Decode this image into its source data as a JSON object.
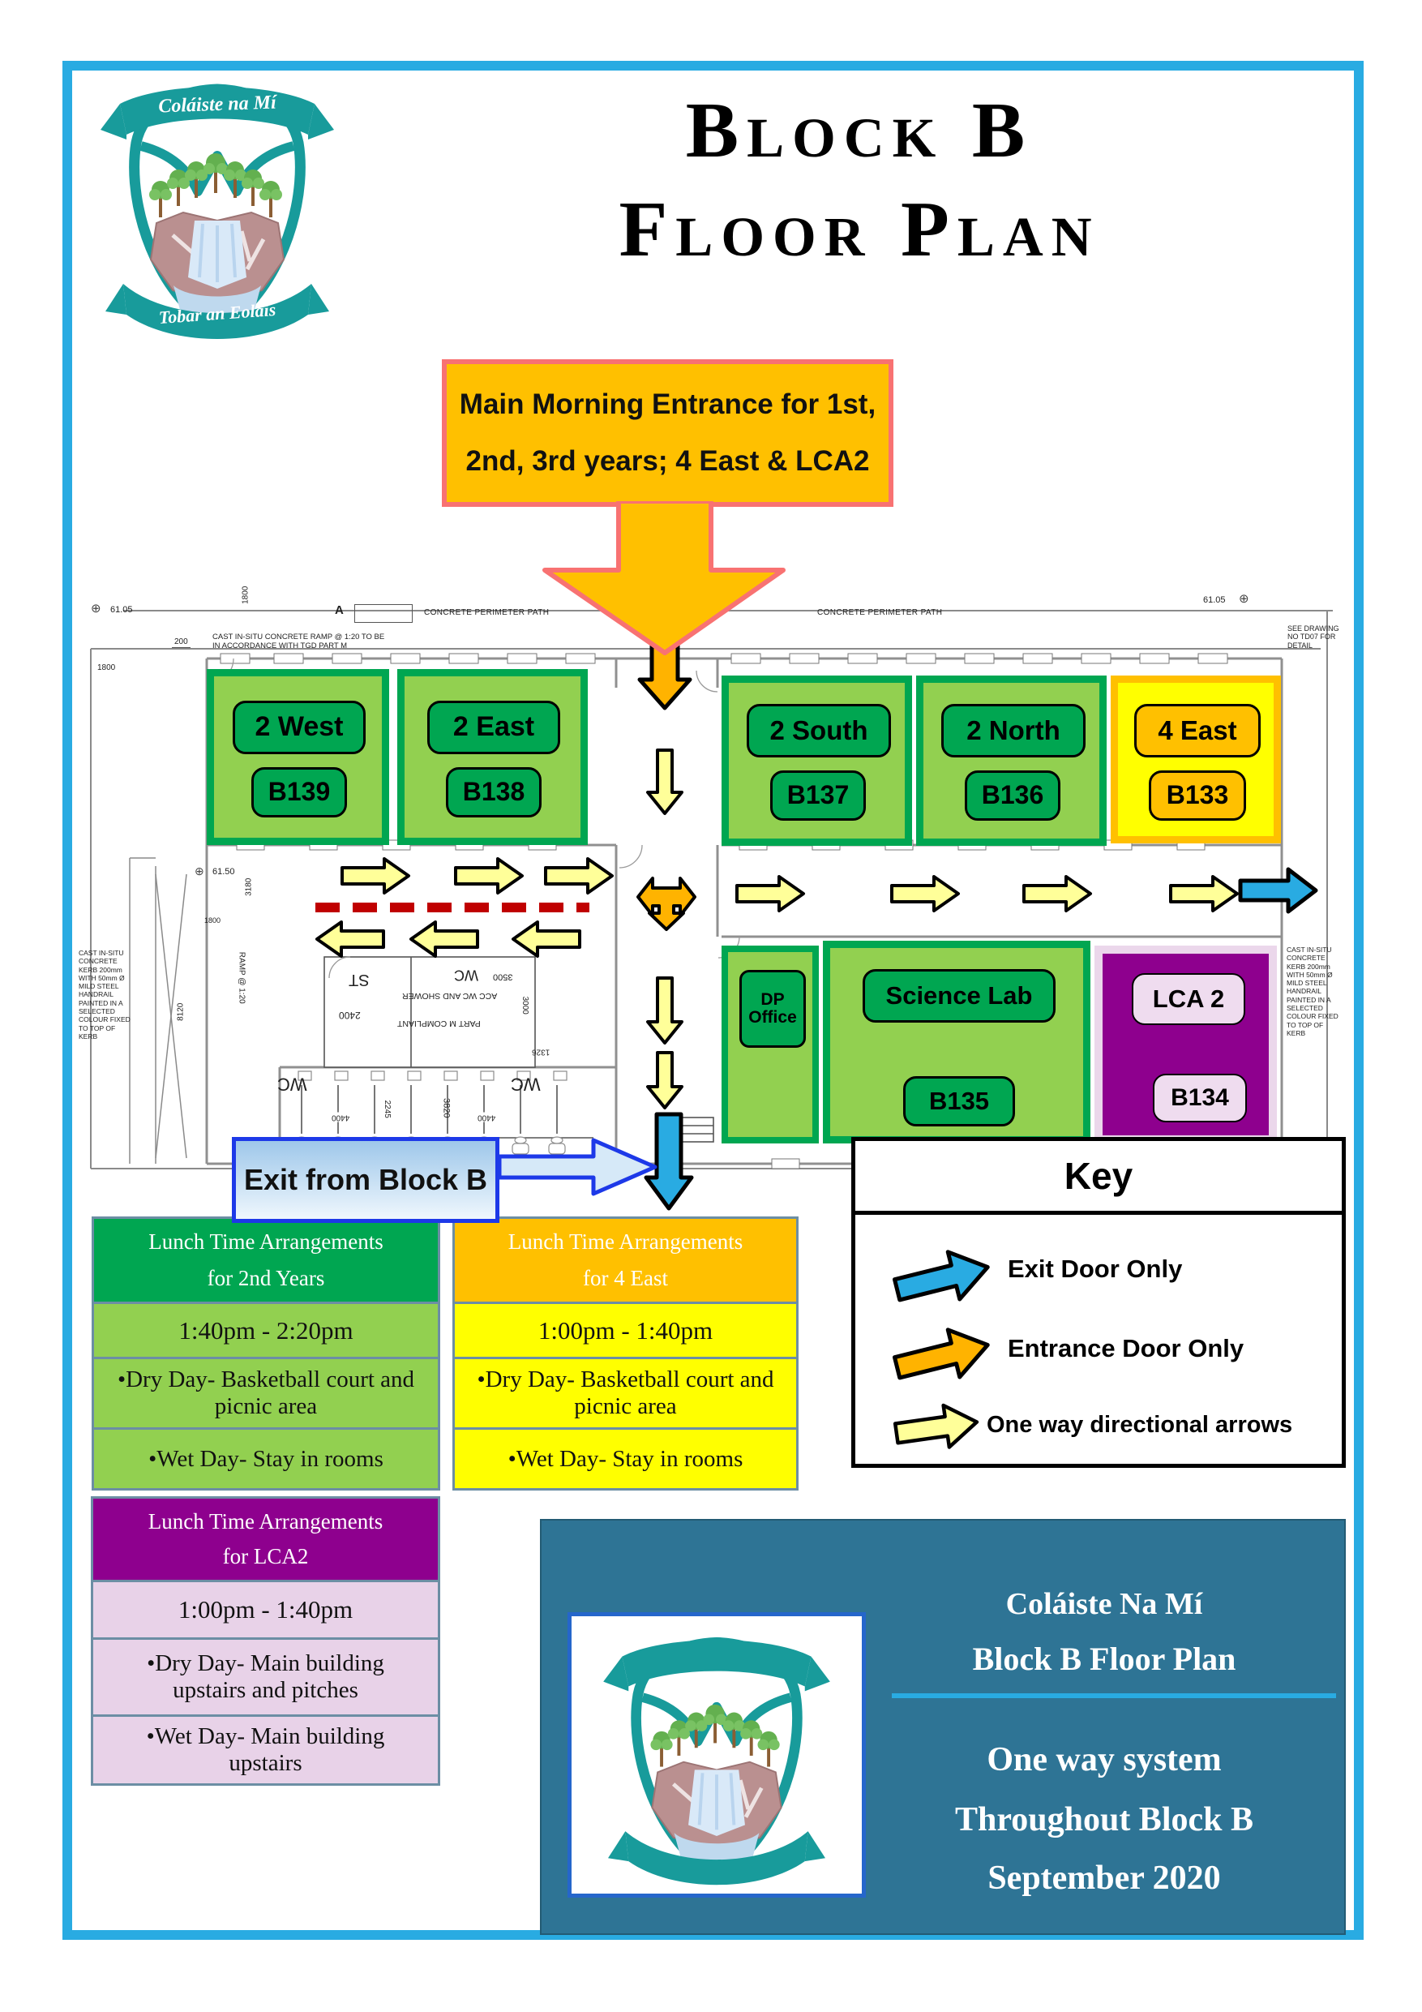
{
  "header": {
    "title_line1": "Block B",
    "title_line2": "Floor Plan"
  },
  "crest": {
    "top_banner": "Coláiste na Mí",
    "bottom_banner": "Tobar an Eolais"
  },
  "entrance_callout": {
    "line1": "Main Morning Entrance for 1st,",
    "line2": "2nd, 3rd years; 4 East & LCA2"
  },
  "plan": {
    "rooms": {
      "b139": {
        "name": "2 West",
        "number": "B139"
      },
      "b138": {
        "name": "2 East",
        "number": "B138"
      },
      "b137": {
        "name": "2 South",
        "number": "B137"
      },
      "b136": {
        "name": "2 North",
        "number": "B136"
      },
      "b133": {
        "name": "4 East",
        "number": "B133"
      },
      "dp_office": {
        "name": "DP Office"
      },
      "b135": {
        "name": "Science Lab",
        "number": "B135"
      },
      "b134": {
        "name": "LCA 2",
        "number": "B134"
      }
    },
    "exit_label": "Exit from Block B",
    "annotations": {
      "level_left": "61.05",
      "level_right": "61.05",
      "level_inner": "61.50",
      "dim_1800_top": "1800",
      "dim_1800_left": "1800",
      "dim_1800_inner": "1800",
      "dim_200": "200",
      "dim_3180": "3180",
      "dim_8120": "8120",
      "section_marker": "A",
      "path_left": "CONCRETE PERIMETER PATH",
      "path_right": "CONCRETE PERIMETER PATH",
      "ramp_note": "CAST IN-SITU CONCRETE RAMP @ 1:20 TO BE\nIN ACCORDANCE WITH TGD PART M",
      "ramp_label": "RAMP @ 1:20",
      "see_drawing_note": "SEE DRAWING\nNO TD07 FOR\nDETAIL",
      "kerb_note_left": "CAST IN-SITU\nCONCRETE\nKERB 200mm\nWITH 50mm Ø\nMILD STEEL\nHANDRAIL\nPAINTED IN A\nSELECTED\nCOLOUR FIXED\nTO TOP OF\nKERB",
      "kerb_note_right": "CAST IN-SITU\nCONCRETE\nKERB 200mm\nWITH 50mm Ø\nMILD STEEL\nHANDRAIL\nPAINTED IN A\nSELECTED\nCOLOUR FIXED\nTO TOP OF\nKERB",
      "st": "ST",
      "wc_small": "WC",
      "dim_3500": "3500",
      "acc_wc": "ACC WC AND SHOWER",
      "part_m": "PART M COMPLIANT",
      "dim_2400": "2400",
      "dim_3000": "3000",
      "dim_1326": "1326",
      "wc_left": "WC",
      "wc_right": "WC",
      "dim_3820": "3820",
      "dim_2245": "2245",
      "dim_4400_a": "4400",
      "dim_4400_b": "4400"
    }
  },
  "key": {
    "title": "Key",
    "items": [
      {
        "icon": "exit-arrow",
        "label": "Exit Door Only"
      },
      {
        "icon": "entrance-arrow",
        "label": "Entrance Door Only"
      },
      {
        "icon": "one-way-arrow",
        "label": "One way directional arrows"
      }
    ]
  },
  "lunch_tables": [
    {
      "header_line1": "Lunch Time Arrangements",
      "header_line2": "for 2nd Years",
      "time": "1:40pm - 2:20pm",
      "dry_day": "•Dry Day- Basketball court and picnic area",
      "wet_day": "•Wet Day- Stay in rooms"
    },
    {
      "header_line1": "Lunch Time Arrangements",
      "header_line2": "for 4 East",
      "time": "1:00pm - 1:40pm",
      "dry_day": "•Dry Day- Basketball court and picnic area",
      "wet_day": "•Wet Day- Stay in rooms"
    },
    {
      "header_line1": "Lunch Time Arrangements",
      "header_line2": "for LCA2",
      "time": "1:00pm - 1:40pm",
      "dry_day": "•Dry Day- Main building upstairs and pitches",
      "wet_day": "•Wet Day- Main building upstairs"
    }
  ],
  "footer_panel": {
    "line1": "Coláiste Na Mí",
    "line2": "Block B Floor Plan",
    "line3": "One way system",
    "line4": "Throughout Block B",
    "line5": "September 2020"
  },
  "colors": {
    "frame_blue": "#29ABE2",
    "crest_teal": "#189B9B",
    "callout_orange": "#FFC000",
    "callout_border": "#F87272",
    "room_green_light": "#92D050",
    "room_green_dark": "#00A651",
    "room_yellow": "#FFFF00",
    "room_orange": "#FFC000",
    "room_purple": "#8E008E",
    "room_pink": "#EBD7EB",
    "arrow_yellow": "#FFFF99",
    "arrow_orange": "#FFB300",
    "arrow_blue": "#29ABE2",
    "exit_border_blue": "#1D39E8",
    "dash_red": "#C00000",
    "footer_bg": "#2E7495",
    "table_border": "#6C8EA4"
  }
}
